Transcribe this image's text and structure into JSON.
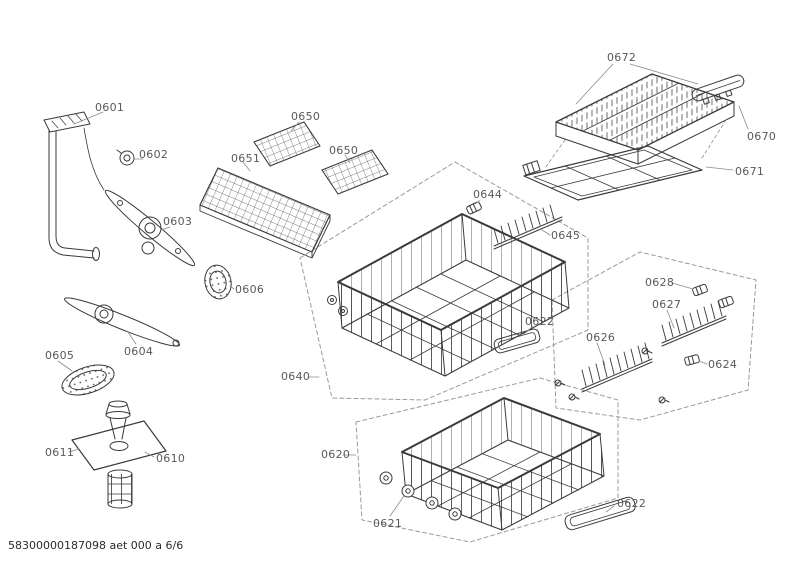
{
  "diagram": {
    "kind": "exploded-parts-diagram",
    "footer_code": "58300000187098 aet 000 a 6/6",
    "part_labels": {
      "p0601": "0601",
      "p0602": "0602",
      "p0603": "0603",
      "p0604": "0604",
      "p0605": "0605",
      "p0606": "0606",
      "p0610": "0610",
      "p0611": "0611",
      "p0620": "0620",
      "p0621": "0621",
      "p0622_upper": "0622",
      "p0622_lower": "0622",
      "p0624": "0624",
      "p0626": "0626",
      "p0627": "0627",
      "p0628": "0628",
      "p0640": "0640",
      "p0644": "0644",
      "p0645": "0645",
      "p0650_a": "0650",
      "p0650_b": "0650",
      "p0651": "0651",
      "p0670": "0670",
      "p0671": "0671",
      "p0672": "0672"
    },
    "colors": {
      "line": "#3a3a3a",
      "label": "#595959",
      "dashed_outline": "#9a9a9a",
      "background": "#ffffff"
    }
  }
}
